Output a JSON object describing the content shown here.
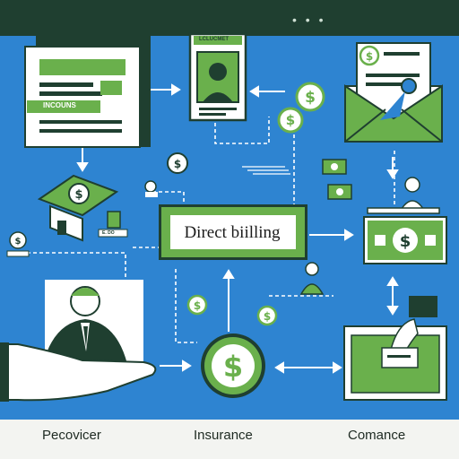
{
  "center_box": {
    "label": "Direct biilling"
  },
  "doc_tags": {
    "invoice_tag": "INCOUNS",
    "badge_tag": "LCLUCMET",
    "small_tag": "E. DO"
  },
  "bottom_labels": {
    "left": "Pecovicer",
    "middle": "Insurance",
    "right": "Comance"
  },
  "colors": {
    "panel_blue": "#2e84d1",
    "green": "#6ab04c",
    "dark": "#1f3f30",
    "bg": "#f3f4f1"
  }
}
